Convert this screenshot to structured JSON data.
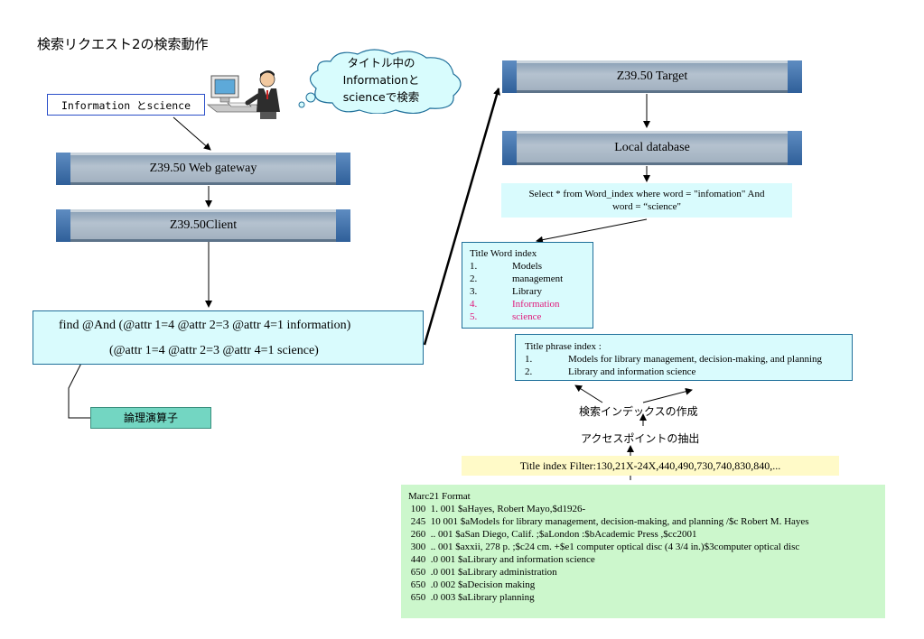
{
  "title": "検索リクエスト2の検索動作",
  "query_input": "Information とscience",
  "cloud_text": [
    "タイトル中の",
    "Informationと",
    "scienceで検索"
  ],
  "gateway_label": "Z39.50 Web gateway",
  "client_label": "Z39.50Client",
  "find_command": {
    "line1": "find  @And (@attr 1=4 @attr 2=3 @attr 4=1 information)",
    "line2": "(@attr 1=4 @attr 2=3 @attr 4=1 science)"
  },
  "operator_label": "論理演算子",
  "target_label": "Z39.50 Target",
  "local_db_label": "Local database",
  "sql_query": {
    "line1": "Select * from Word_index where word = \"infomation\"  And",
    "line2": "word = “science\""
  },
  "word_index": {
    "title": "Title  Word index",
    "rows": [
      {
        "num": "1.",
        "text": "Models",
        "highlight": false
      },
      {
        "num": "2.",
        "text": "management",
        "highlight": false
      },
      {
        "num": "3.",
        "text": "Library",
        "highlight": false
      },
      {
        "num": "4.",
        "text": "Information",
        "highlight": true
      },
      {
        "num": "5.",
        "text": "science",
        "highlight": true
      }
    ],
    "highlight_color": "#e0187a"
  },
  "phrase_index": {
    "title": "Title  phrase index :",
    "rows": [
      {
        "num": "1.",
        "text": "Models for library management, decision-making, and planning"
      },
      {
        "num": "2.",
        "text": "Library and information science"
      }
    ]
  },
  "index_creation_label": "検索インデックスの作成",
  "access_point_label": "アクセスポイントの抽出",
  "filter_text": "Title index Filter:130,21X-24X,440,490,730,740,830,840,...",
  "marc": {
    "title": "Marc21 Format",
    "lines": [
      " 100  1. 001 $aHayes, Robert Mayo,$d1926-",
      " 245  10 001 $aModels for library management, decision-making, and planning /$c Robert M. Hayes",
      " 260  .. 001 $aSan Diego, Calif. ;$aLondon :$bAcademic Press ,$cc2001",
      " 300  .. 001 $axxii, 278 p. ;$c24 cm. +$e1 computer optical disc (4 3/4 in.)$3computer optical disc",
      " 440  .0 001 $aLibrary and information science",
      " 650  .0 001 $aLibrary administration",
      " 650  .0 002 $aDecision making",
      " 650  .0 003 $aLibrary planning"
    ]
  },
  "colors": {
    "bar_cap": "#3f6fa8",
    "cyan_fill": "#d9fbfd",
    "green_label": "#73d6c2",
    "yellow_fill": "#fffac8",
    "marc_fill": "#ccf7cc",
    "cloud_fill": "#d8fcfd",
    "query_border": "#2b4fc9"
  }
}
